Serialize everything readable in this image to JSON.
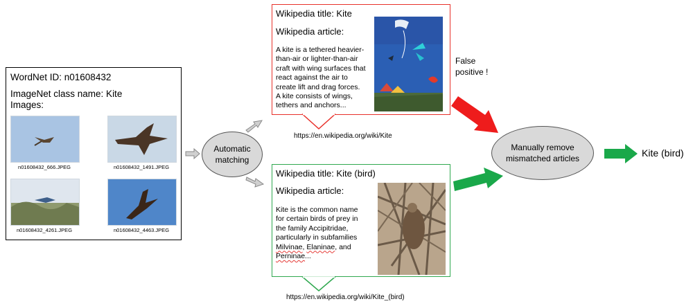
{
  "wordnet": {
    "id_line": "WordNet ID: n01608432",
    "class_line": "ImageNet class name: Kite",
    "images_label": "Images:",
    "images": [
      {
        "caption": "n01608432_666.JPEG"
      },
      {
        "caption": "n01608432_1491.JPEG"
      },
      {
        "caption": "n01608432_4261.JPEG"
      },
      {
        "caption": "n01608432_4463.JPEG"
      }
    ]
  },
  "matching": {
    "label_line1": "Automatic",
    "label_line2": "matching"
  },
  "wiki_kite": {
    "title": "Wikipedia title: Kite",
    "article_label": "Wikipedia article:",
    "body_lines": [
      "A kite is a tethered heavier-",
      "than-air or lighter-than-air",
      "craft with wing surfaces that",
      "react against the air to",
      "create lift and drag forces.",
      "A kite consists of wings,",
      "tethers and anchors..."
    ],
    "url": "https://en.wikipedia.org/wiki/Kite"
  },
  "wiki_bird": {
    "title": "Wikipedia title: Kite (bird)",
    "article_label": "Wikipedia article:",
    "body_lines": [
      "Kite is the common name",
      "for certain birds of prey in",
      "the family Accipitridae,",
      "particularly in subfamilies"
    ],
    "line5": {
      "w1": "Milvinae",
      "sep": ", ",
      "w2": "Elaninae",
      "tail": ", and"
    },
    "line6": {
      "w1": "Perninae",
      "tail": "..."
    },
    "url": "https://en.wikipedia.org/wiki/Kite_(bird)"
  },
  "false_positive": {
    "line1": "False",
    "line2": "positive !"
  },
  "manual": {
    "line1": "Manually remove",
    "line2": "mismatched articles"
  },
  "result": "Kite (bird)",
  "colors": {
    "red_box": "#e8302a",
    "green_box": "#2fa84f",
    "red_arrow": "#ee1c1c",
    "green_arrow": "#1aa84a",
    "gray_arrow": "#d0d0d0"
  }
}
